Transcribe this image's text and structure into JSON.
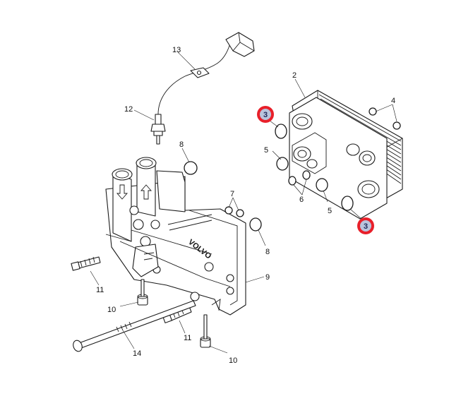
{
  "labels": {
    "l2": "2",
    "l3a": "3",
    "l3b": "3",
    "l4": "4",
    "l5a": "5",
    "l5b": "5",
    "l6": "6",
    "l7": "7",
    "l8a": "8",
    "l8b": "8",
    "l9": "9",
    "l10a": "10",
    "l10b": "10",
    "l11a": "11",
    "l11b": "11",
    "l12": "12",
    "l13": "13",
    "l14": "14"
  },
  "logo_text": "VOLVO",
  "colors": {
    "highlight_ring": "#e8202a",
    "highlight_fill": "#b9c4dc",
    "line": "#1a1a1a"
  }
}
